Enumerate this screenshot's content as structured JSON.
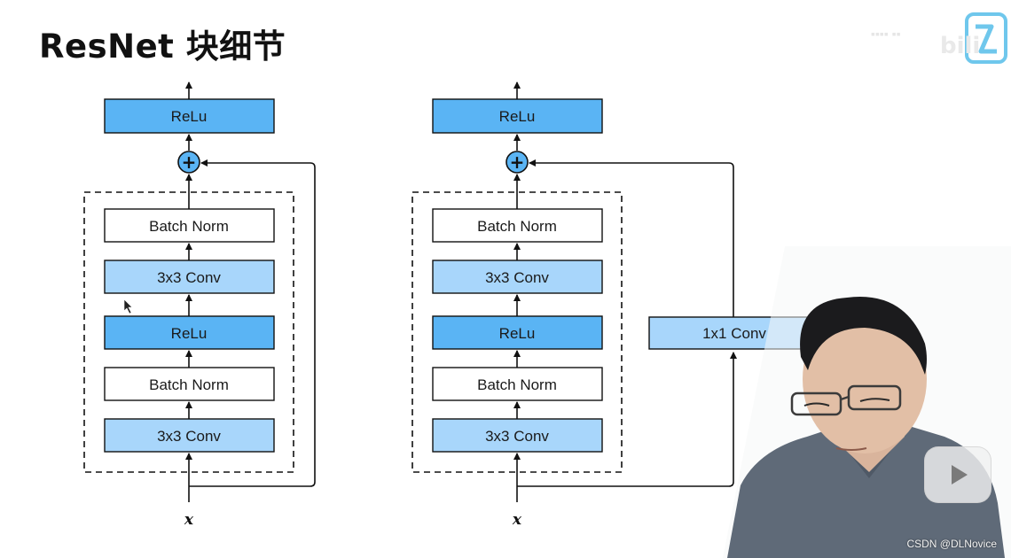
{
  "title": "ResNet 块细节",
  "left_block": {
    "output_act": "ReLu",
    "add_symbol": "+",
    "layers": [
      "Batch Norm",
      "3x3 Conv",
      "ReLu",
      "Batch Norm",
      "3x3 Conv"
    ],
    "input": "x"
  },
  "right_block": {
    "output_act": "ReLu",
    "add_symbol": "+",
    "layers": [
      "Batch Norm",
      "3x3 Conv",
      "ReLu",
      "Batch Norm",
      "3x3 Conv"
    ],
    "shortcut": "1x1 Conv",
    "input": "x"
  },
  "watermark": "CSDN @DLNovice",
  "colors": {
    "dark_blue": "#5ab4f4",
    "light_blue": "#a8d6fb",
    "white": "#ffffff",
    "stroke": "#111111"
  },
  "icons": [
    "play-icon",
    "bilibili-logo-icon",
    "mouse-cursor-icon"
  ]
}
